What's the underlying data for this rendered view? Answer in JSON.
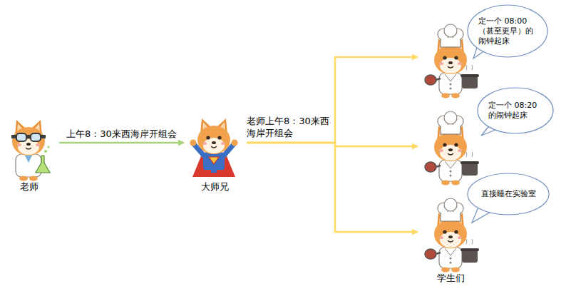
{
  "diagram": {
    "nodes": [
      {
        "text": [
          "老师"
        ]
      },
      {
        "text": [
          "大师兄"
        ]
      },
      {
        "text": []
      },
      {
        "text": []
      },
      {
        "text": [
          "学生们"
        ]
      },
      {
        "text": [
          "定一个 08:00（甚至更早）的闹钟起床"
        ]
      },
      {
        "text": [
          "定一个 08:20的闹钟起床"
        ]
      },
      {
        "text": [
          "直接睡在实验室"
        ]
      }
    ],
    "edges": [
      {
        "from": 0,
        "to": 1,
        "label": "上午8：30来西海岸开组会",
        "arrow": "to"
      },
      {
        "from": 1,
        "to": 2,
        "label": "老师上午8：30来西海岸开组会",
        "arrow": "to"
      },
      {
        "from": 1,
        "to": 3,
        "arrow": "to"
      },
      {
        "from": 1,
        "to": 4,
        "arrow": "to"
      }
    ]
  }
}
